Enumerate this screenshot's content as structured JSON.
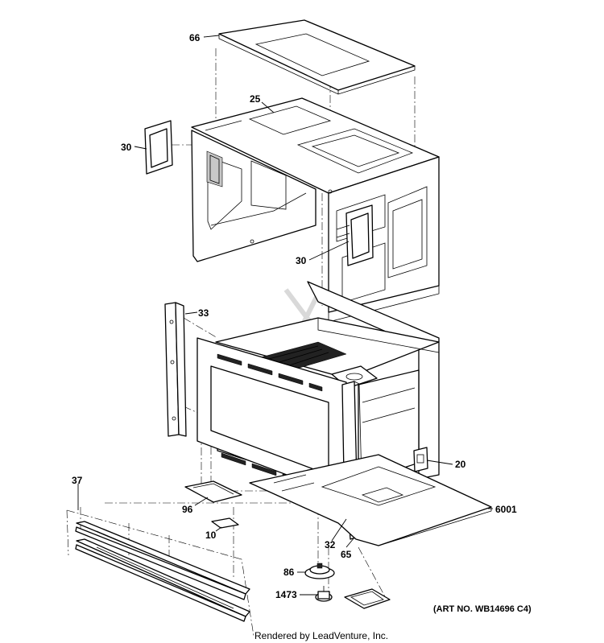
{
  "callouts": {
    "p66": "66",
    "p25": "25",
    "p30a": "30",
    "p30b": "30",
    "p33": "33",
    "p20": "20",
    "p6001": "6001",
    "p37": "37",
    "p96": "96",
    "p10": "10",
    "p32": "32",
    "p65": "65",
    "p86": "86",
    "p1473": "1473"
  },
  "art_number": "(ART NO. WB14696 C4)",
  "footer": "Rendered by LeadVenture, Inc."
}
